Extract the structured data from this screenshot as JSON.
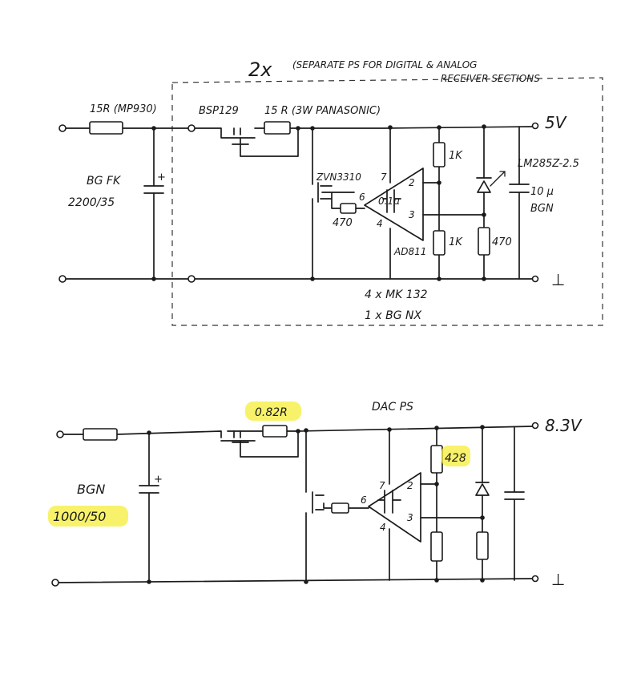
{
  "top": {
    "note_main": "2x",
    "note_line1": "(SEPARATE PS FOR DIGITAL & ANALOG",
    "note_line2": "RECEIVER SECTIONS",
    "r_in": "15R (MP930)",
    "bsp": "BSP129",
    "r_shunt": "15 R (3W PANASONIC)",
    "out_v": "5V",
    "cap_type": "BG FK",
    "cap_val": "2200/35",
    "cap_plus": "+",
    "fet": "ZVN3310",
    "r_gate": "470",
    "pin7": "7",
    "pin6": "6",
    "pin4": "4",
    "pin2": "2",
    "pin3": "3",
    "cap_01": "0.1μ",
    "opamp": "AD811",
    "r_1k_top": "1K",
    "r_1k_bot": "1K",
    "r_470": "470",
    "ref": "LM285Z-2.5",
    "cap_10": "10 μ",
    "cap_10_type": "BGN",
    "bypass_1": "4 x MK 132",
    "bypass_2": "1 x BG NX",
    "ground": "⊥"
  },
  "bottom": {
    "title": "DAC PS",
    "r_shunt": "0.82R",
    "out_v": "8.3V",
    "cap_type": "BGN",
    "cap_val": "1000/50",
    "cap_plus": "+",
    "r_top": "428",
    "pin7": "7",
    "pin6": "6",
    "pin4": "4",
    "pin2": "2",
    "pin3": "3",
    "ground": "⊥"
  },
  "colors": {
    "ink": "#1a1a1a",
    "highlight": "#f6ee3a",
    "paper": "#ffffff"
  }
}
